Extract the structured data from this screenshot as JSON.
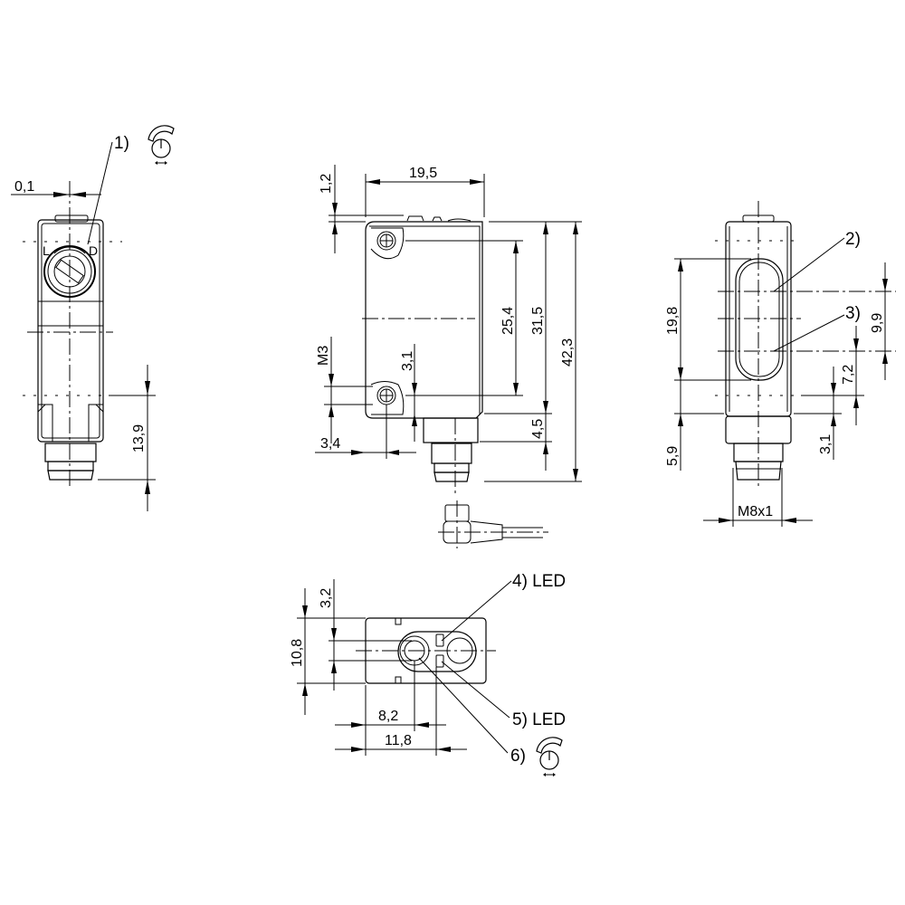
{
  "drawing": {
    "type": "dimensioned technical drawing",
    "colors": {
      "line": "#000000",
      "background": "#ffffff"
    },
    "views": {
      "side_left": {
        "dimensions": {
          "offset": "0,1",
          "bottom_height": "13,9"
        },
        "callout": {
          "label": "1)",
          "icon": "rotary-potentiometer-icon"
        },
        "knob_marks": {
          "left": "L",
          "right": "D"
        }
      },
      "front": {
        "dimensions": {
          "width": "19,5",
          "top_offset": "1,2",
          "hole_spacing": "25,4",
          "body_height": "31,5",
          "overall_height": "42,3",
          "thread": "M3",
          "hole_bottom": "3,1",
          "hole_side": "3,4",
          "connector_step": "4,5"
        }
      },
      "side_right": {
        "dimensions": {
          "window_height": "19,8",
          "axis_spacing": "9,9",
          "axis_to_base": "7,2",
          "base_offset": "5,9",
          "connector_offset": "3,1",
          "thread": "M8x1"
        },
        "callouts": [
          {
            "label": "2)"
          },
          {
            "label": "3)"
          }
        ]
      },
      "bottom": {
        "dimensions": {
          "height": "10,8",
          "offset": "3,2",
          "axis_a": "8,2",
          "axis_b": "11,8"
        },
        "callouts": [
          {
            "label": "4) LED"
          },
          {
            "label": "5) LED"
          },
          {
            "label": "6)",
            "icon": "rotary-potentiometer-icon"
          }
        ]
      }
    }
  }
}
